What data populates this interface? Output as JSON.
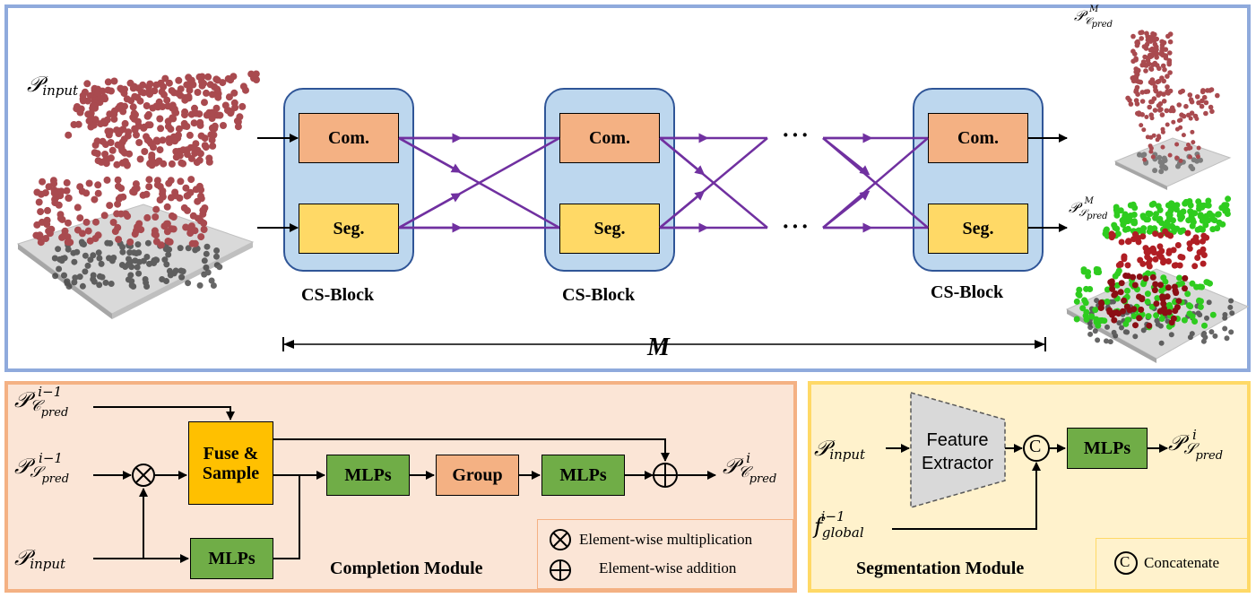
{
  "top": {
    "input_label": {
      "base": "𝒫",
      "sub": "input"
    },
    "blocks": [
      {
        "com": "Com.",
        "seg": "Seg.",
        "caption": "CS-Block"
      },
      {
        "com": "Com.",
        "seg": "Seg.",
        "caption": "CS-Block"
      },
      {
        "com": "Com.",
        "seg": "Seg.",
        "caption": "CS-Block"
      }
    ],
    "ellipsis_top": "···",
    "ellipsis_bottom": "···",
    "m_label": "M",
    "out_completion": {
      "base": "𝒫",
      "sub": "𝒞",
      "subsub": "pred",
      "sup": "M"
    },
    "out_segmentation": {
      "base": "𝒫",
      "sub": "𝒮",
      "subsub": "pred",
      "sup": "M"
    }
  },
  "completion": {
    "in_c": {
      "base": "𝒫",
      "sub": "𝒞",
      "subsub": "pred",
      "sup": "i−1"
    },
    "in_s": {
      "base": "𝒫",
      "sub": "𝒮",
      "subsub": "pred",
      "sup": "i−1"
    },
    "in_input": {
      "base": "𝒫",
      "sub": "input"
    },
    "fuse": "Fuse & Sample",
    "mlps1": "MLPs",
    "group": "Group",
    "mlps2": "MLPs",
    "mlps3": "MLPs",
    "out": {
      "base": "𝒫",
      "sub": "𝒞",
      "subsub": "pred",
      "sup": "i"
    },
    "title": "Completion Module",
    "legend_mult": "Element-wise multiplication",
    "legend_add": "Element-wise addition"
  },
  "segmentation": {
    "in_input": {
      "base": "𝒫",
      "sub": "input"
    },
    "in_global": {
      "base": "f",
      "sub": "global",
      "sup": "i−1"
    },
    "extractor": "Feature Extractor",
    "concat_symbol": "C",
    "mlps": "MLPs",
    "out": {
      "base": "𝒫",
      "sub": "𝒮",
      "subsub": "pred",
      "sup": "i"
    },
    "title": "Segmentation Module",
    "legend_concat": "Concatenate"
  },
  "colors": {
    "top_border": "#8faadc",
    "completion_bg": "#fbe5d6",
    "segmentation_bg": "#fff2cc",
    "cs_block": "#bdd7ee",
    "com": "#f4b183",
    "seg": "#ffd966",
    "mlps": "#70ad47",
    "fuse": "#ffc000",
    "cross_arrows": "#7030a0",
    "point_red": "#a94a4f",
    "point_green": "#2ecc1f"
  }
}
